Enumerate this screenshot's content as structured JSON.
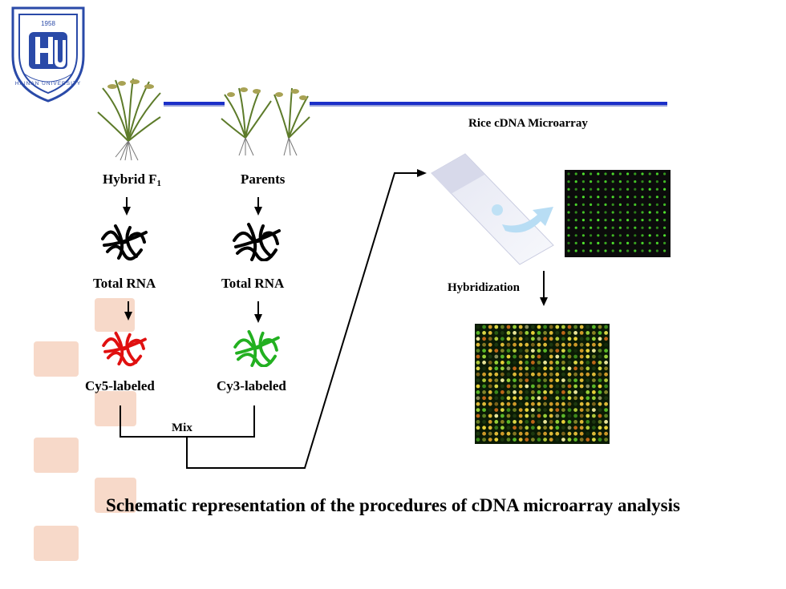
{
  "labels": {
    "hybrid": "Hybrid  F",
    "hybrid_sub": "1",
    "parents": "Parents",
    "total_rna_1": "Total RNA",
    "total_rna_2": "Total RNA",
    "cy5": "Cy5-labeled",
    "cy3": "Cy3-labeled",
    "mix": "Mix",
    "rice_cdna": "Rice cDNA Microarray",
    "hybridization": "Hybridization"
  },
  "title": "Schematic representation of the procedures of cDNA microarray analysis",
  "logo": {
    "icon": "haina-university-seal-icon",
    "year": "1958",
    "ring_text": "HAINAN UNIVERSITY",
    "color": "#2a4aa8"
  },
  "colors": {
    "rule": "#1b2fc8",
    "cy5": "#e01010",
    "cy3": "#22b020",
    "stamp": "#f6d2bf"
  }
}
